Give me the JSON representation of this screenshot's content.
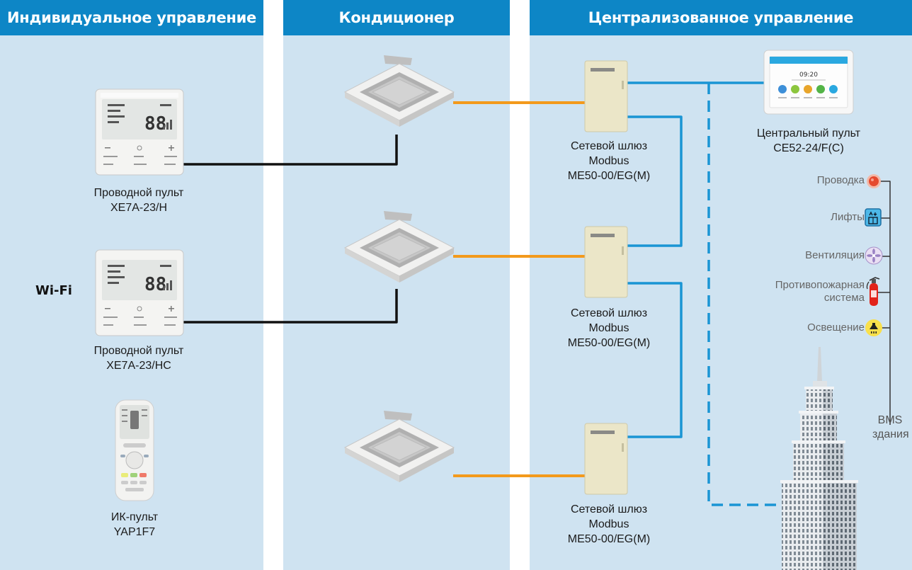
{
  "headers": {
    "individual": "Индивидуальное управление",
    "ac": "Кондиционер",
    "central": "Централизованное управление"
  },
  "wifi_label": "Wi-Fi",
  "remotes": [
    {
      "line1": "Проводной пульт",
      "line2": "XE7A-23/H",
      "display": "88"
    },
    {
      "line1": "Проводной пульт",
      "line2": "XE7A-23/HC",
      "display": "88"
    },
    {
      "line1": "ИК-пульт",
      "line2": "YAP1F7"
    }
  ],
  "gateways": [
    {
      "line1": "Сетевой шлюз",
      "line2": "Modbus",
      "line3": "ME50-00/EG(M)"
    },
    {
      "line1": "Сетевой шлюз",
      "line2": "Modbus",
      "line3": "ME50-00/EG(M)"
    },
    {
      "line1": "Сетевой шлюз",
      "line2": "Modbus",
      "line3": "ME50-00/EG(M)"
    }
  ],
  "central_controller": {
    "line1": "Центральный пульт",
    "line2": "CE52-24/F(C)",
    "screen_time": "09:20"
  },
  "bms_items": [
    {
      "label": "Проводка",
      "icon": "alarm-icon"
    },
    {
      "label": "Лифты",
      "icon": "elevator-icon"
    },
    {
      "label": "Вентиляция",
      "icon": "fan-icon"
    },
    {
      "label_line1": "Противопожарная",
      "label_line2": "система",
      "icon": "fire-extinguisher-icon"
    },
    {
      "label": "Освещение",
      "icon": "lamp-icon"
    }
  ],
  "bms": {
    "line1": "BMS",
    "line2": "здания"
  },
  "colors": {
    "header_bg": "#0d86c6",
    "panel_bg": "#cfe3f1",
    "refrigerant_line": "#f39a1c",
    "control_wire": "#111111",
    "bus_line": "#1a95d4"
  }
}
